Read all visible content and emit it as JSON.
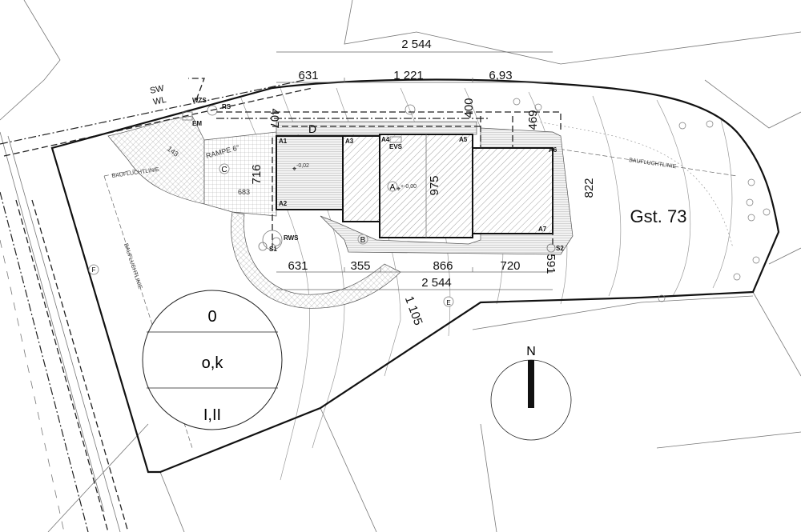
{
  "title": "Gst. 73",
  "dimensions": {
    "top_total": "2 544",
    "top_segments": [
      "631",
      "1 221",
      "6,93"
    ],
    "bottom_segments": [
      "631",
      "355",
      "866",
      "720"
    ],
    "bottom_total": "2 544",
    "diagonal": "1 105",
    "depth_left": "716",
    "depth_main": "975",
    "depth_right": "822",
    "offset_top_left": "407",
    "offset_top_mid": "400",
    "offset_top_right": "469",
    "offset_bottom_right": "591",
    "ramp_length": "683",
    "ramp_diagonal": "143"
  },
  "labels": {
    "ramp": "RAMPE 6°",
    "building_line": "BAUFLUCHTLINIE",
    "sw": "SW",
    "wl": "WL",
    "wzs": "WZS",
    "rs": "RS",
    "em": "EM",
    "evs": "EVS",
    "rws": "RWS",
    "s1": "S1",
    "s2": "S2",
    "level_a1": "-0,02",
    "level_a": "+-0,00"
  },
  "zones": [
    "A",
    "B",
    "C",
    "D",
    "E",
    "F"
  ],
  "corners": [
    "A1",
    "A2",
    "A3",
    "A4",
    "A5",
    "A6",
    "A7"
  ],
  "legend": {
    "row1": "0",
    "row2": "o,k",
    "row3": "I,II"
  },
  "north": "N"
}
